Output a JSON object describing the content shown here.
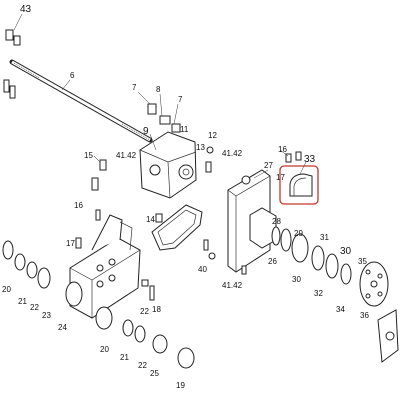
{
  "diagram": {
    "callouts": [
      "43",
      "6",
      "7",
      "8",
      "7",
      "9",
      "41.42",
      "15",
      "11",
      "12",
      "13",
      "41.42",
      "14",
      "17",
      "27",
      "16",
      "33",
      "16",
      "17",
      "28",
      "29",
      "31",
      "30",
      "35",
      "26",
      "30",
      "32",
      "34",
      "36",
      "20",
      "21",
      "22",
      "23",
      "24",
      "18",
      "40",
      "41.42",
      "22",
      "20",
      "21",
      "22",
      "25",
      "19"
    ],
    "highlight_color": "#c0392b"
  }
}
